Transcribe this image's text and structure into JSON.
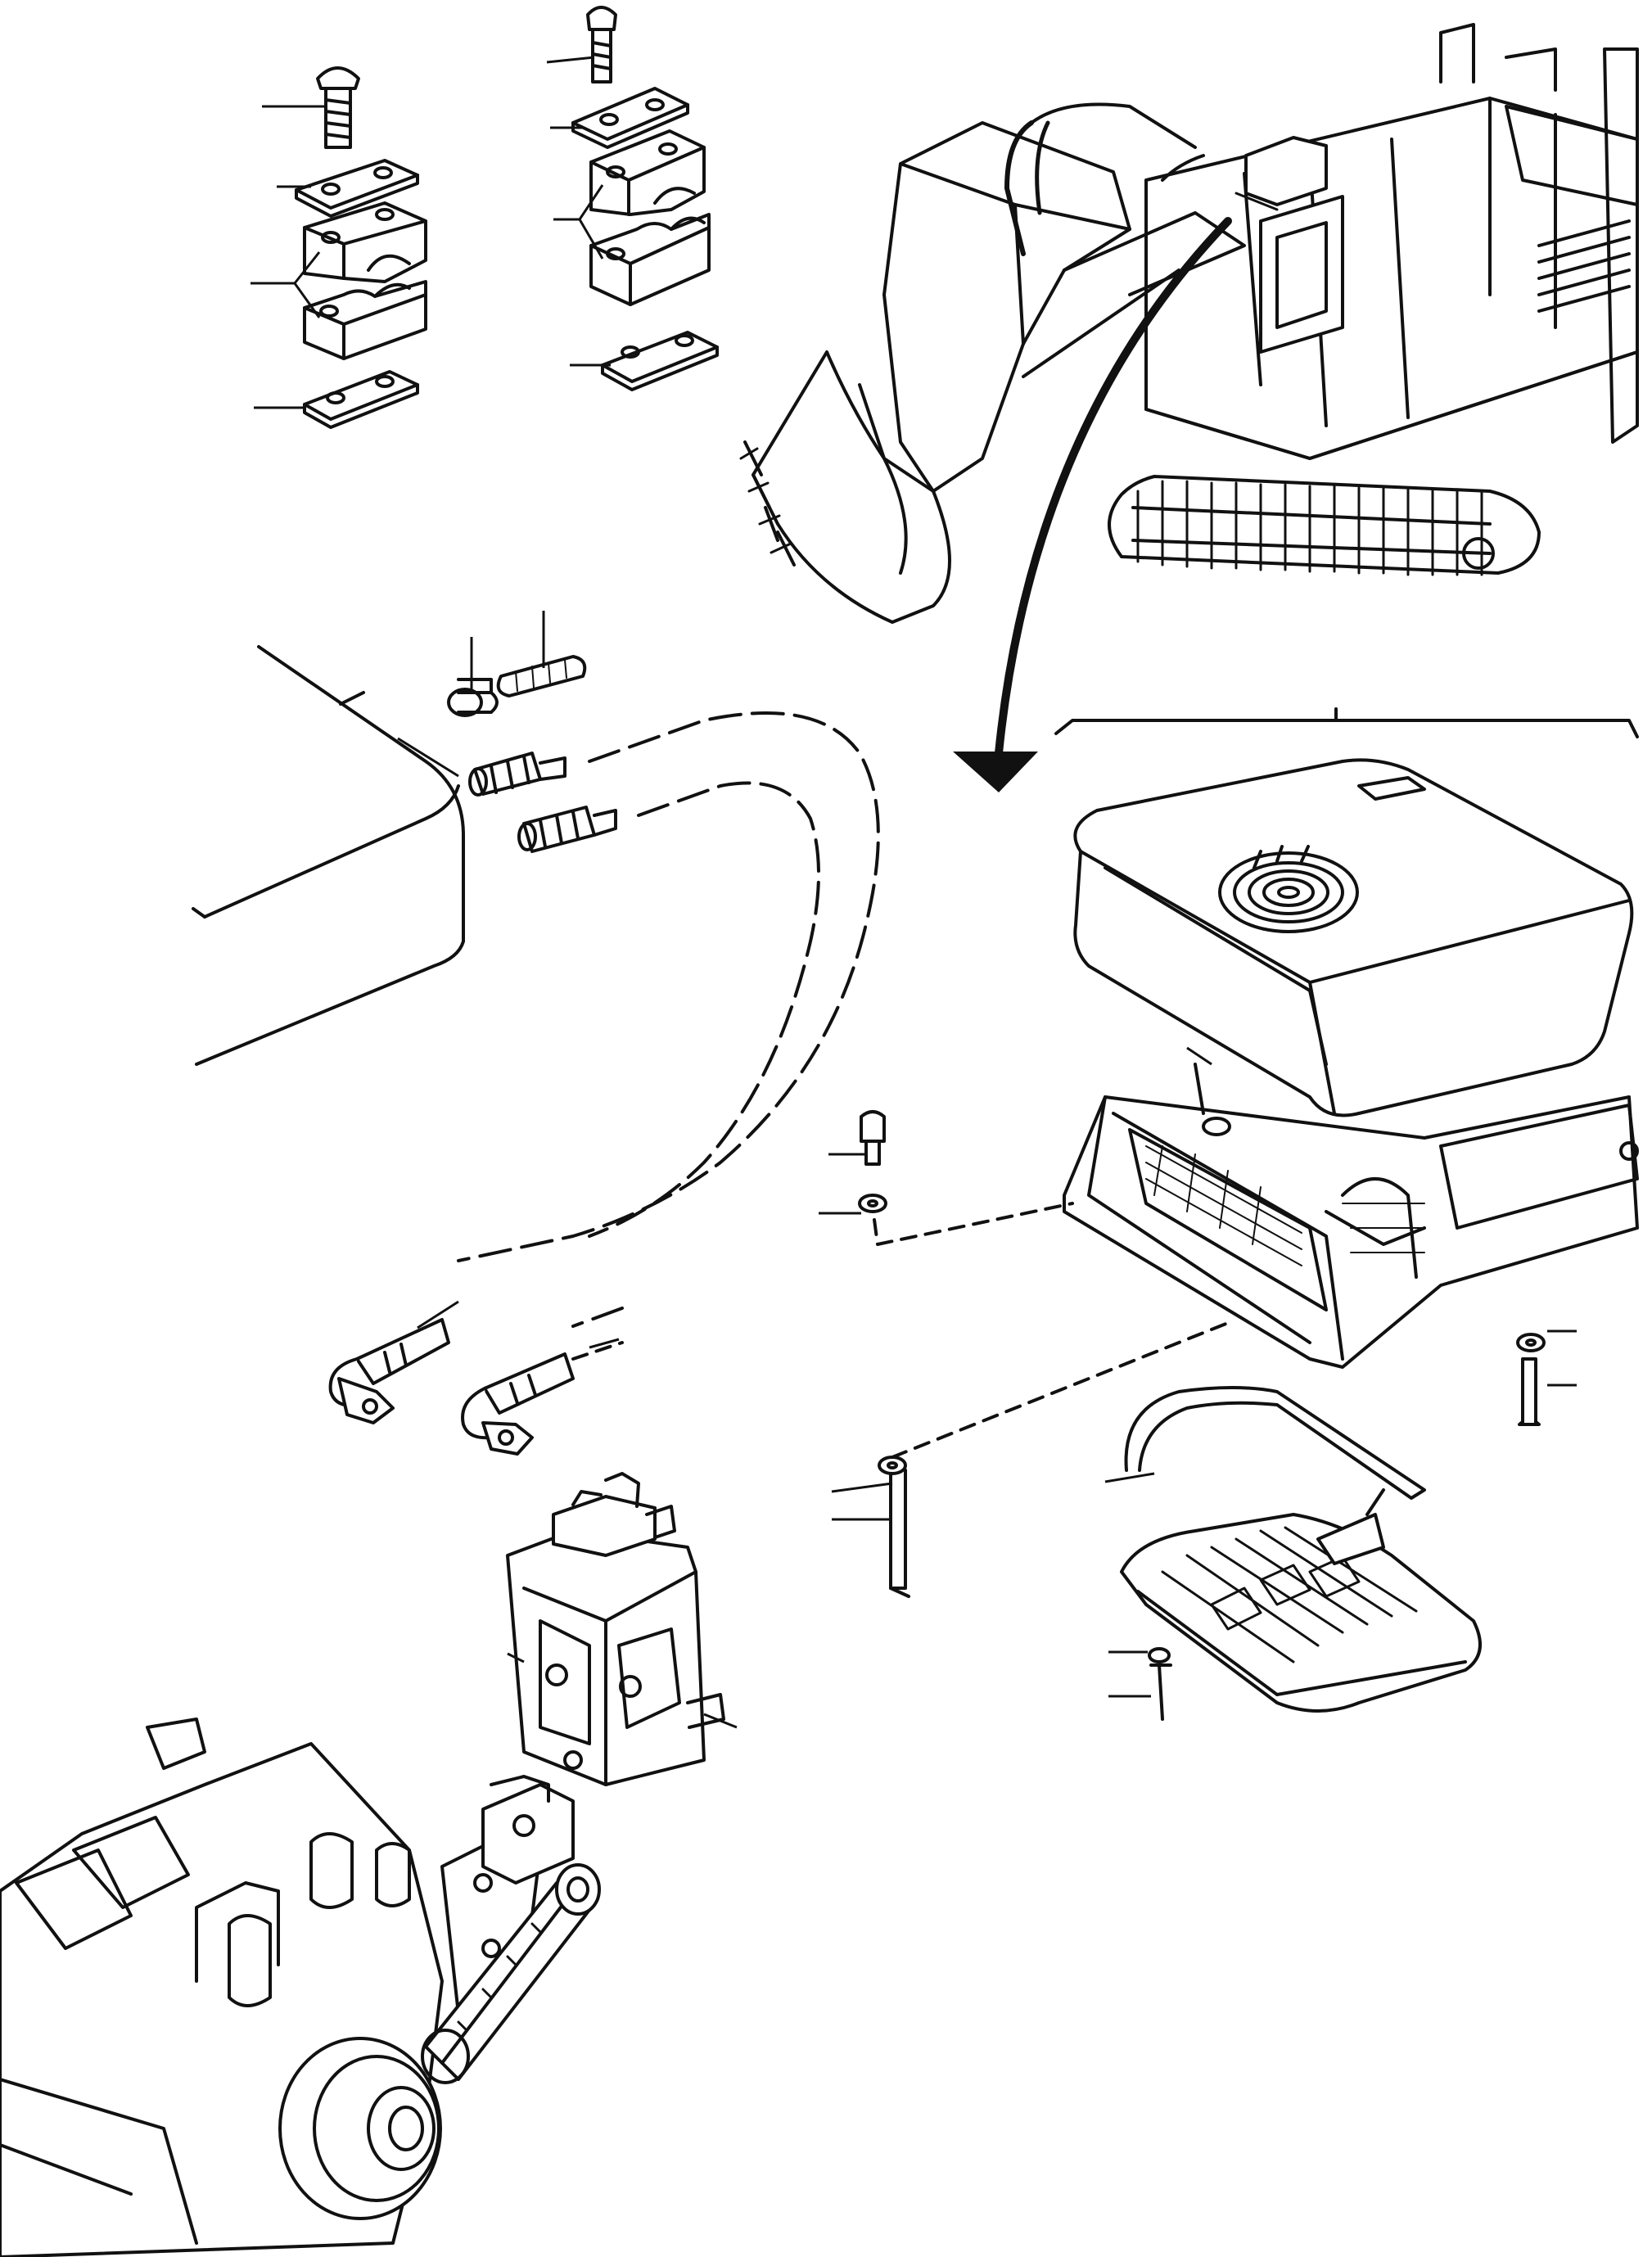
{
  "figure": {
    "kind": "exploded parts diagram",
    "ink_color": "#111111",
    "paper_color": "#ffffff",
    "text_labels": []
  },
  "groups": [
    {
      "name": "pipe-clamp-assembly-small",
      "parts": [
        "hex-bolt",
        "cover-plate",
        "clamp-half-upper",
        "clamp-half-lower",
        "base-plate"
      ]
    },
    {
      "name": "pipe-clamp-assembly-large",
      "parts": [
        "hex-bolt",
        "cover-plate",
        "clamp-half-upper",
        "clamp-half-lower",
        "base-plate"
      ]
    },
    {
      "name": "excavator-overview",
      "parts": [
        "bucket",
        "boom",
        "cab-module",
        "crawler-track",
        "locator-arrow"
      ]
    },
    {
      "name": "hose-routing",
      "parts": [
        "fuel-tank-corner",
        "hose-clip",
        "protective-sleeve",
        "straight-fitting-upper",
        "straight-fitting-lower",
        "hose-line-a",
        "hose-line-b",
        "elbow-fitting-left",
        "elbow-fitting-right"
      ]
    },
    {
      "name": "roof-air-conditioner",
      "parts": [
        "unit-cover",
        "condenser-fan-grille",
        "condenser-housing",
        "mounting-screws",
        "washers",
        "seal-gasket",
        "evaporator-grille"
      ]
    },
    {
      "name": "compressor-drive",
      "parts": [
        "ac-compressor",
        "mounting-bracket",
        "drive-belt",
        "engine-block",
        "crankshaft-pulley"
      ]
    }
  ]
}
